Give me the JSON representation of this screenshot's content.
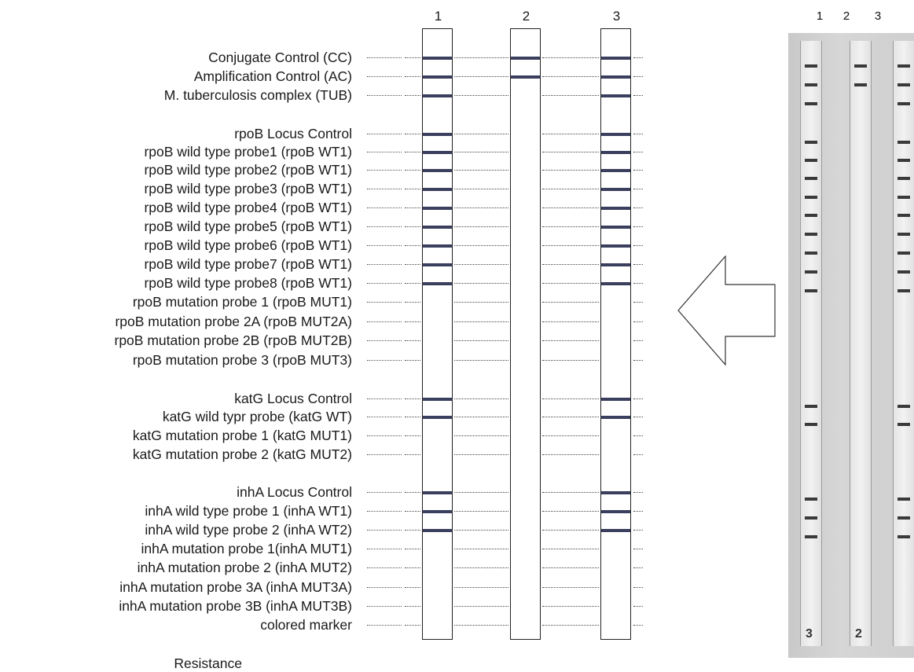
{
  "strip_numbers": [
    "1",
    "2",
    "3"
  ],
  "photo_numbers": [
    "1",
    "2",
    "3"
  ],
  "probes": [
    {
      "label": "Conjugate Control (CC)",
      "bands": [
        true,
        true,
        true
      ]
    },
    {
      "label": "Amplification Control (AC)",
      "bands": [
        true,
        true,
        true
      ]
    },
    {
      "label": "M. tuberculosis complex (TUB)",
      "bands": [
        true,
        false,
        true
      ]
    },
    {
      "label": "rpoB Locus Control",
      "bands": [
        true,
        false,
        true
      ]
    },
    {
      "label": "rpoB wild type probe1 (rpoB WT1)",
      "bands": [
        true,
        false,
        true
      ]
    },
    {
      "label": "rpoB wild type probe2 (rpoB WT1)",
      "bands": [
        true,
        false,
        true
      ]
    },
    {
      "label": "rpoB wild type probe3 (rpoB WT1)",
      "bands": [
        true,
        false,
        true
      ]
    },
    {
      "label": "rpoB wild type probe4 (rpoB WT1)",
      "bands": [
        true,
        false,
        true
      ]
    },
    {
      "label": "rpoB wild type probe5 (rpoB WT1)",
      "bands": [
        true,
        false,
        true
      ]
    },
    {
      "label": "rpoB wild type probe6 (rpoB WT1)",
      "bands": [
        true,
        false,
        true
      ]
    },
    {
      "label": "rpoB wild type probe7 (rpoB WT1)",
      "bands": [
        true,
        false,
        true
      ]
    },
    {
      "label": "rpoB wild type probe8 (rpoB WT1)",
      "bands": [
        true,
        false,
        true
      ]
    },
    {
      "label": "rpoB mutation probe 1 (rpoB MUT1)",
      "bands": [
        false,
        false,
        false
      ]
    },
    {
      "label": "rpoB mutation probe 2A (rpoB MUT2A)",
      "bands": [
        false,
        false,
        false
      ]
    },
    {
      "label": "rpoB mutation probe 2B (rpoB MUT2B)",
      "bands": [
        false,
        false,
        false
      ]
    },
    {
      "label": "rpoB mutation probe 3 (rpoB MUT3)",
      "bands": [
        false,
        false,
        false
      ]
    },
    {
      "label": "katG Locus Control",
      "bands": [
        true,
        false,
        true
      ]
    },
    {
      "label": "katG wild typr probe (katG WT)",
      "bands": [
        true,
        false,
        true
      ]
    },
    {
      "label": "katG mutation probe 1 (katG MUT1)",
      "bands": [
        false,
        false,
        false
      ]
    },
    {
      "label": "katG mutation probe 2 (katG MUT2)",
      "bands": [
        false,
        false,
        false
      ]
    },
    {
      "label": "inhA Locus Control",
      "bands": [
        true,
        false,
        true
      ]
    },
    {
      "label": "inhA wild type probe 1 (inhA WT1)",
      "bands": [
        true,
        false,
        true
      ]
    },
    {
      "label": "inhA wild type probe 2 (inhA WT2)",
      "bands": [
        true,
        false,
        true
      ]
    },
    {
      "label": "inhA mutation probe 1(inhA MUT1)",
      "bands": [
        false,
        false,
        false
      ]
    },
    {
      "label": "inhA mutation probe 2 (inhA MUT2)",
      "bands": [
        false,
        false,
        false
      ]
    },
    {
      "label": "inhA mutation probe 3A (inhA MUT3A)",
      "bands": [
        false,
        false,
        false
      ]
    },
    {
      "label": "inhA mutation probe 3B (inhA MUT3B)",
      "bands": [
        false,
        false,
        false
      ]
    },
    {
      "label": "colored marker",
      "bands": [
        false,
        false,
        false
      ]
    }
  ],
  "footer_label": "Resistance",
  "photo_bottom_marks": [
    "3",
    "2",
    ""
  ],
  "arrow_icon": "left-arrow-icon",
  "colors": {
    "band": "#3b3f5e",
    "strip_border": "#222222",
    "photo_band": "#3a3a3a"
  }
}
